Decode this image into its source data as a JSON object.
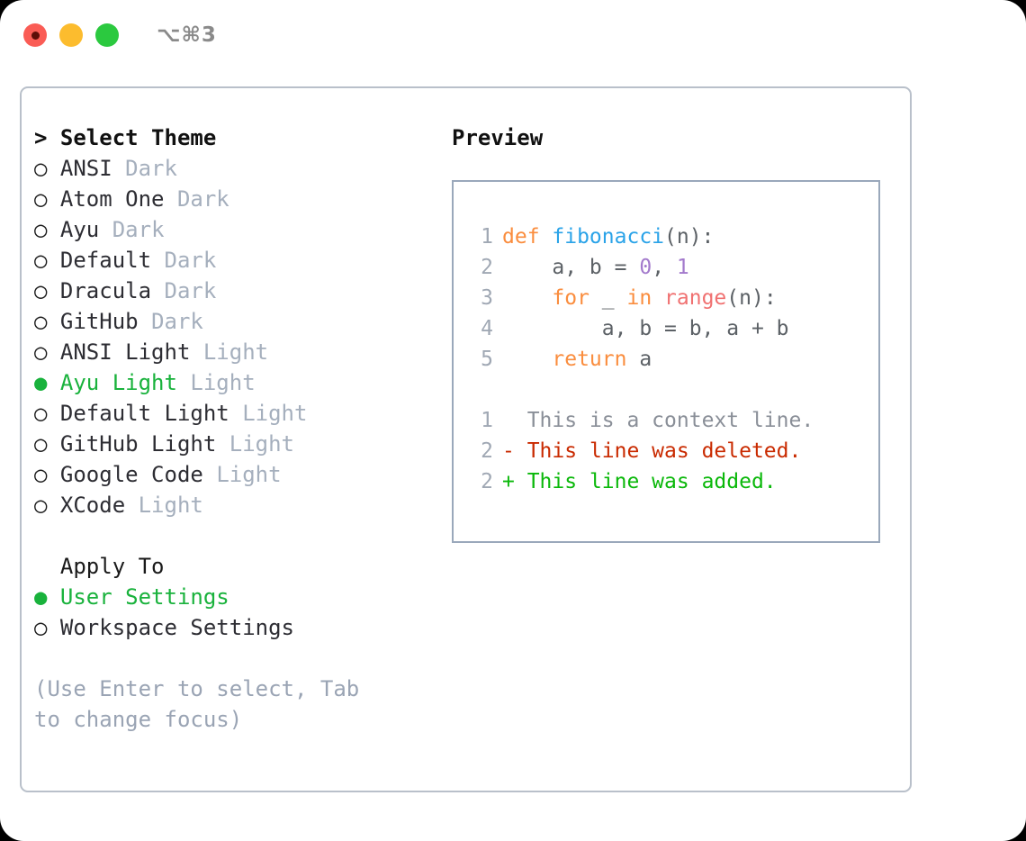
{
  "titlebar": {
    "shortcut": "⌥⌘3",
    "buttons": [
      {
        "name": "close",
        "color": "#fa5c55"
      },
      {
        "name": "minimize",
        "color": "#fcbc2e"
      },
      {
        "name": "maximize",
        "color": "#2bc93f"
      }
    ]
  },
  "theme_section": {
    "heading": "> Select Theme",
    "marker_selected": "●",
    "marker_unselected": "○",
    "items": [
      {
        "label": "ANSI",
        "suffix": "Dark",
        "selected": false
      },
      {
        "label": "Atom One",
        "suffix": "Dark",
        "selected": false
      },
      {
        "label": "Ayu",
        "suffix": "Dark",
        "selected": false
      },
      {
        "label": "Default",
        "suffix": "Dark",
        "selected": false
      },
      {
        "label": "Dracula",
        "suffix": "Dark",
        "selected": false
      },
      {
        "label": "GitHub",
        "suffix": "Dark",
        "selected": false
      },
      {
        "label": "ANSI Light",
        "suffix": "Light",
        "selected": false
      },
      {
        "label": "Ayu Light",
        "suffix": "Light",
        "selected": true
      },
      {
        "label": "Default Light",
        "suffix": "Light",
        "selected": false
      },
      {
        "label": "GitHub Light",
        "suffix": "Light",
        "selected": false
      },
      {
        "label": "Google Code",
        "suffix": "Light",
        "selected": false
      },
      {
        "label": "XCode",
        "suffix": "Light",
        "selected": false
      }
    ]
  },
  "apply_section": {
    "heading": "Apply To",
    "items": [
      {
        "label": "User Settings",
        "selected": true
      },
      {
        "label": "Workspace Settings",
        "selected": false
      }
    ]
  },
  "hint": "(Use Enter to select, Tab to change focus)",
  "preview": {
    "title": "Preview",
    "code_lines": [
      {
        "number": "1",
        "tokens": [
          {
            "text": "def ",
            "kind": "kw"
          },
          {
            "text": "fibonacci",
            "kind": "fn"
          },
          {
            "text": "(n):",
            "kind": "punc"
          }
        ]
      },
      {
        "number": "2",
        "tokens": [
          {
            "text": "    a, b = ",
            "kind": "txt"
          },
          {
            "text": "0",
            "kind": "num"
          },
          {
            "text": ", ",
            "kind": "txt"
          },
          {
            "text": "1",
            "kind": "num"
          }
        ]
      },
      {
        "number": "3",
        "tokens": [
          {
            "text": "    ",
            "kind": "txt"
          },
          {
            "text": "for",
            "kind": "kw"
          },
          {
            "text": " _ ",
            "kind": "txt"
          },
          {
            "text": "in",
            "kind": "kw"
          },
          {
            "text": " ",
            "kind": "txt"
          },
          {
            "text": "range",
            "kind": "call"
          },
          {
            "text": "(n):",
            "kind": "punc"
          }
        ]
      },
      {
        "number": "4",
        "tokens": [
          {
            "text": "        a, b = b, a + b",
            "kind": "txt"
          }
        ]
      },
      {
        "number": "5",
        "tokens": [
          {
            "text": "    ",
            "kind": "txt"
          },
          {
            "text": "return",
            "kind": "kw"
          },
          {
            "text": " a",
            "kind": "txt"
          }
        ]
      }
    ],
    "diff_lines": [
      {
        "number": "1",
        "sign": "  ",
        "text": "This is a context line.",
        "kind": "ctx"
      },
      {
        "number": "2",
        "sign": "- ",
        "text": "This line was deleted.",
        "kind": "del"
      },
      {
        "number": "2",
        "sign": "+ ",
        "text": "This line was added.",
        "kind": "add"
      }
    ]
  },
  "colors": {
    "accent_green": "#19b23c",
    "muted": "#a5afbd",
    "hint": "#9aa4b4",
    "keyword": "#fa8d3e",
    "function": "#2aa3e8",
    "call": "#f07171",
    "number": "#a37acc",
    "text": "#5c6166",
    "diff_deleted": "#c92a00",
    "diff_added": "#0ab80a",
    "border": "#9aa8bb"
  }
}
